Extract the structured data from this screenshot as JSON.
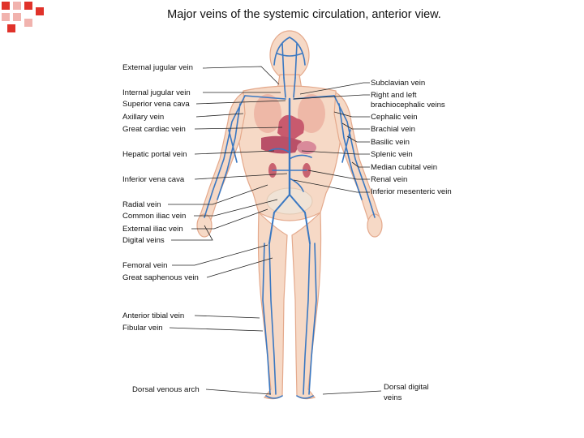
{
  "title": "Major veins of the systemic circulation, anterior view.",
  "colors": {
    "accent_red": "#e0322a",
    "accent_pink": "#f1b3ae",
    "skin": "#f6d9c6",
    "skin_edge": "#e4a98c",
    "vein_blue": "#3a78c2",
    "leader": "#222222"
  },
  "left_labels": [
    "External jugular vein",
    "Internal jugular vein",
    "Superior vena cava",
    "Axillary vein",
    "Great cardiac vein",
    "Hepatic portal vein",
    "Inferior vena cava",
    "Radial vein",
    "Common iliac vein",
    "External iliac vein",
    "Digital veins",
    "Femoral vein",
    "Great saphenous vein",
    "Anterior tibial vein",
    "Fibular vein",
    "Dorsal venous arch"
  ],
  "right_labels": [
    "Subclavian vein",
    "Right and left",
    "brachiocephalic veins",
    "Cephalic vein",
    "Brachial vein",
    "Basilic vein",
    "Splenic vein",
    "Median cubital vein",
    "Renal vein",
    "Inferior mesenteric vein",
    "Dorsal digital",
    "veins"
  ]
}
